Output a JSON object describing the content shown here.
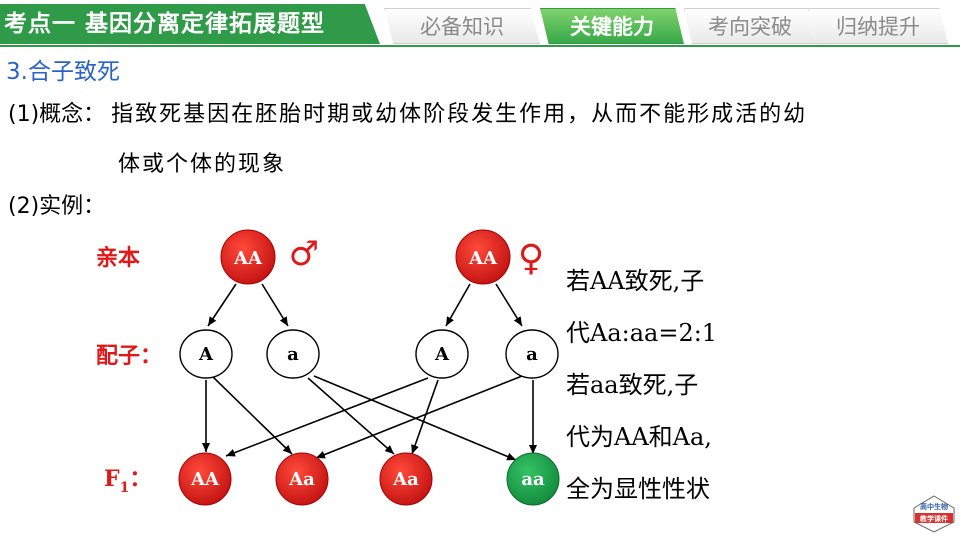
{
  "header": {
    "title": "考点一 基因分离定律拓展题型",
    "tabs": [
      {
        "label": "必备知识",
        "active": false
      },
      {
        "label": "关键能力",
        "active": true
      },
      {
        "label": "考向突破",
        "active": false
      },
      {
        "label": "归纳提升",
        "active": false
      }
    ]
  },
  "content": {
    "section_title": "3.合子致死",
    "concept_label": "(1)概念：",
    "concept_text_1": "指致死基因在胚胎时期或幼体阶段发生作用，从而不能形成活的幼",
    "concept_text_2": "体或个体的现象",
    "example_label": "(2)实例："
  },
  "diagram": {
    "labels": {
      "parents": "亲本",
      "gametes": "配子：",
      "f1": "F",
      "f1_sub": "1",
      "f1_colon": "："
    },
    "parents": [
      {
        "genotype": "AA",
        "sex_symbol": "♂"
      },
      {
        "genotype": "AA",
        "sex_symbol": "♀"
      }
    ],
    "gametes": [
      "A",
      "a",
      "A",
      "a"
    ],
    "offspring": [
      {
        "genotype": "AA",
        "color": "#d81e1e"
      },
      {
        "genotype": "Aa",
        "color": "#d81e1e"
      },
      {
        "genotype": "Aa",
        "color": "#d81e1e"
      },
      {
        "genotype": "aa",
        "color": "#1fa84a"
      }
    ]
  },
  "notes": {
    "lines": [
      "若AA致死,子",
      "代Aa:aa=2:1",
      "若aa致死,子",
      "代为AA和Aa,",
      "全为显性性状"
    ]
  },
  "logo": {
    "line1": "高中生物",
    "line2": "教学课件"
  }
}
